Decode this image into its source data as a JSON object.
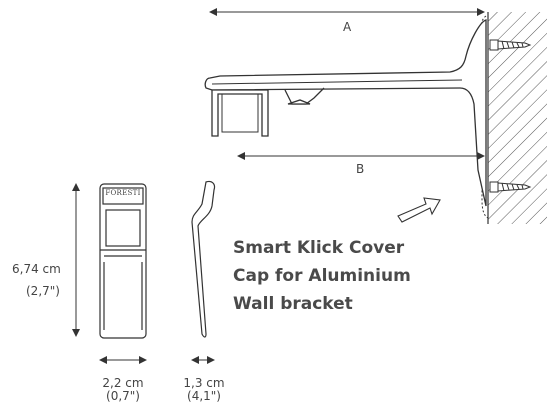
{
  "dimensions": {
    "a": "A",
    "b": "B",
    "height_cm": "6,74 cm",
    "height_in": "(2,7\")",
    "width_cm": "2,2 cm",
    "width_in": "(0,7\")",
    "depth_cm": "1,3 cm",
    "depth_in": "(4,1\")"
  },
  "logo": {
    "text": "FORESTI"
  },
  "product": {
    "title_lines": [
      "Smart Klick Cover",
      "Cap for Aluminium",
      "Wall bracket"
    ]
  },
  "colors": {
    "line": "#3a3a3a",
    "text": "#4a4a4a"
  }
}
